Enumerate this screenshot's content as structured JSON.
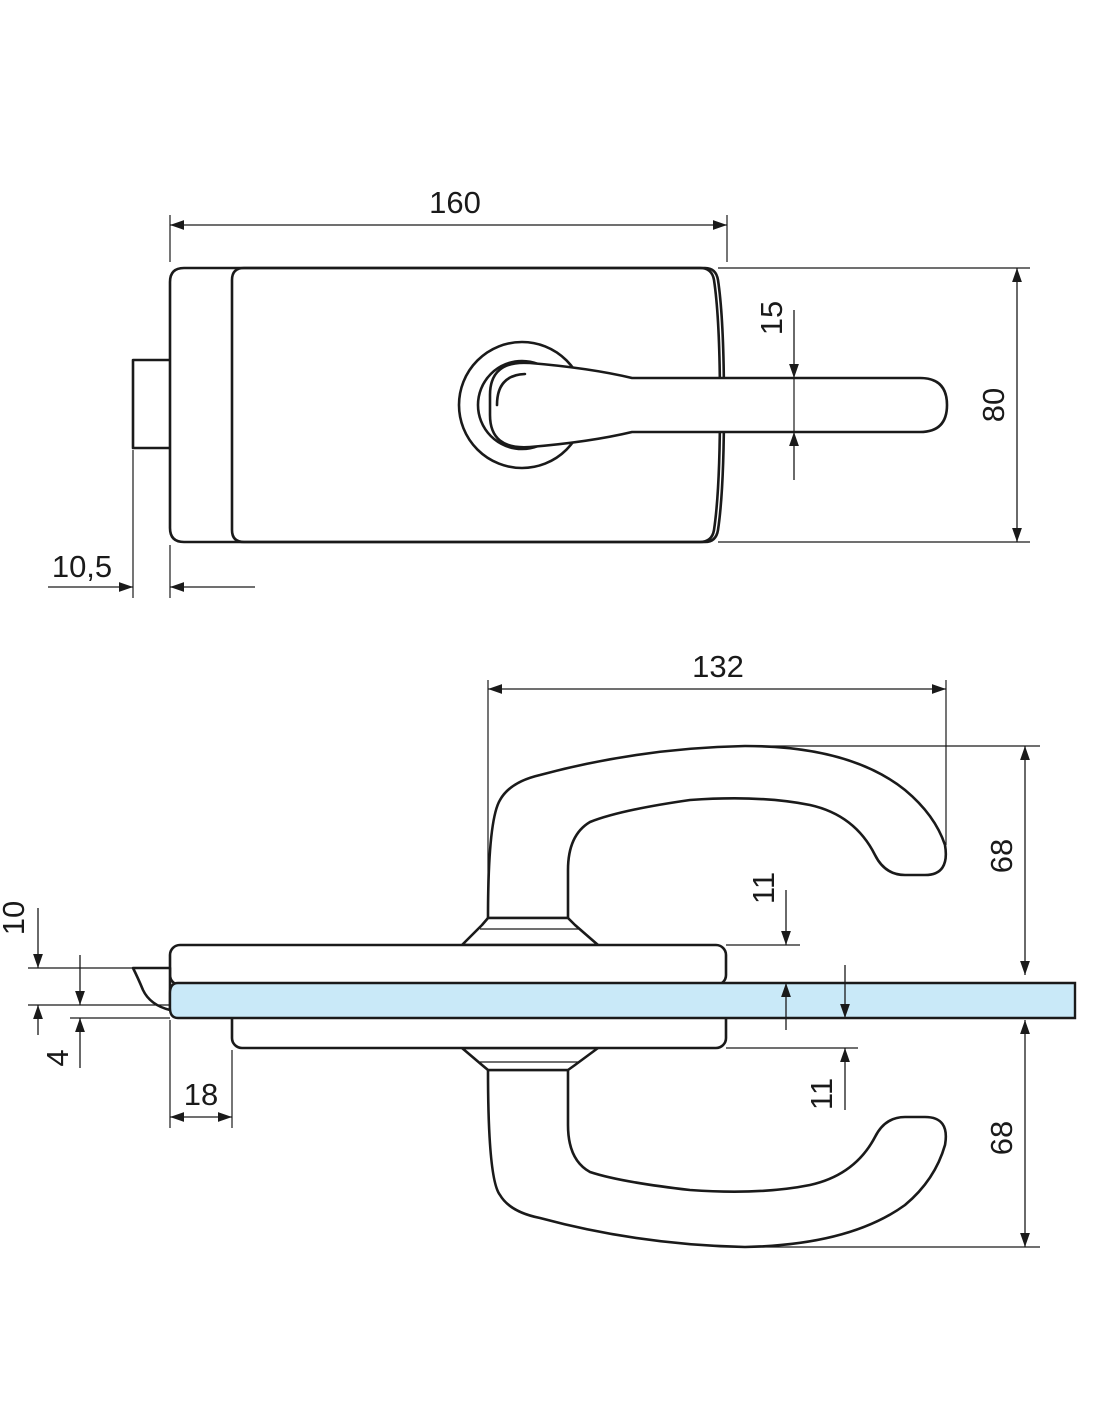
{
  "colors": {
    "line": "#1a1a1a",
    "glass": "#c9e9f8",
    "background": "#ffffff"
  },
  "top_view": {
    "dimensions": {
      "width": "160",
      "height": "80",
      "handle_thickness": "15",
      "latch_projection": "10,5"
    }
  },
  "side_view": {
    "dimensions": {
      "handle_reach": "132",
      "handle_height_upper": "68",
      "handle_height_lower": "68",
      "plate_thickness_upper": "11",
      "plate_thickness_lower": "11",
      "glass_thickness": "10",
      "latch_offset": "4",
      "latch_setback": "18"
    }
  }
}
